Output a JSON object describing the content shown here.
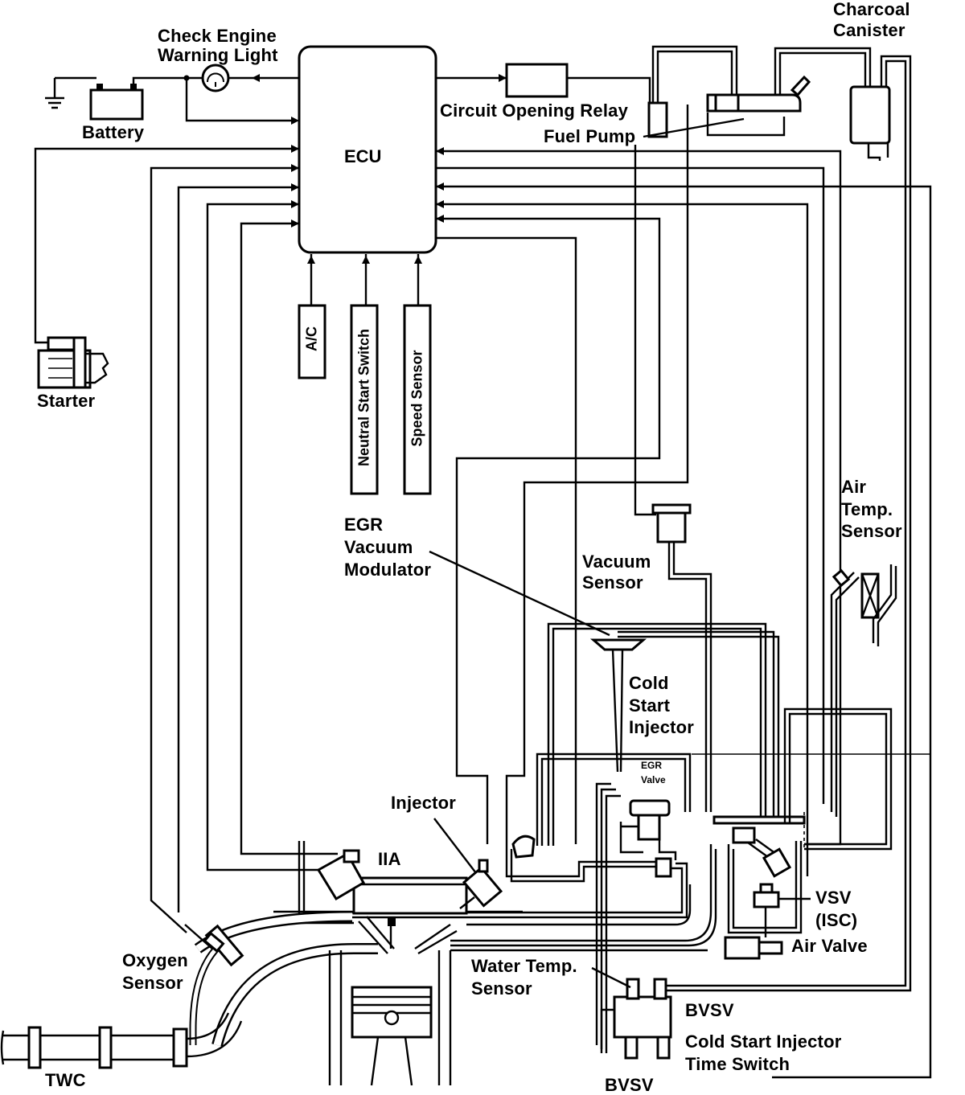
{
  "labels": {
    "check_engine": "Check Engine",
    "warning_light": "Warning Light",
    "battery": "Battery",
    "ecu": "ECU",
    "circuit_opening_relay": "Circuit Opening Relay",
    "fuel_pump": "Fuel Pump",
    "charcoal": "Charcoal",
    "canister": "Canister",
    "starter": "Starter",
    "ac": "A/C",
    "neutral_start_switch": "Neutral Start Switch",
    "speed_sensor": "Speed Sensor",
    "egr": "EGR",
    "vacuum": "Vacuum",
    "modulator": "Modulator",
    "vacuum_sensor_1": "Vacuum",
    "vacuum_sensor_2": "Sensor",
    "air": "Air",
    "temp": "Temp.",
    "sensor": "Sensor",
    "cold": "Cold",
    "start": "Start",
    "injector_word": "Injector",
    "egr_valve_1": "EGR",
    "egr_valve_2": "Valve",
    "injector": "Injector",
    "iia": "IIA",
    "vsv": "VSV",
    "isc": "(ISC)",
    "air_valve": "Air Valve",
    "oxygen": "Oxygen",
    "oxygen_sensor": "Sensor",
    "water_temp": "Water Temp.",
    "water_sensor": "Sensor",
    "bvsv_upper": "BVSV",
    "cold_start_injector": "Cold Start Injector",
    "time_switch": "Time Switch",
    "bvsv_lower": "BVSV",
    "twc": "TWC"
  }
}
